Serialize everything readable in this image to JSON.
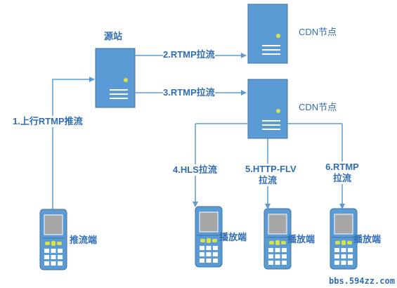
{
  "labels": {
    "source": "源站",
    "cdn_top": "CDN节点",
    "cdn_mid": "CDN节点",
    "push": "1.上行RTMP推流",
    "pull_rtmp_top": "2.RTMP拉流",
    "pull_rtmp_mid": "3.RTMP拉流",
    "hls": "4.HLS拉流",
    "flv_line1": "5.HTTP-FLV",
    "flv_line2": "拉流",
    "rtmp6_line1": "6.RTMP",
    "rtmp6_line2": "拉流",
    "pusher": "推流端",
    "player1": "播放端",
    "player2": "播放端",
    "player3": "播放端"
  },
  "watermark": "bbs.594zz.com",
  "colors": {
    "server_fill": "#5b9bd5",
    "server_stroke": "#41719c",
    "line": "#5b9bd5",
    "text": "#2f6db5",
    "led": "#d8e34a"
  }
}
